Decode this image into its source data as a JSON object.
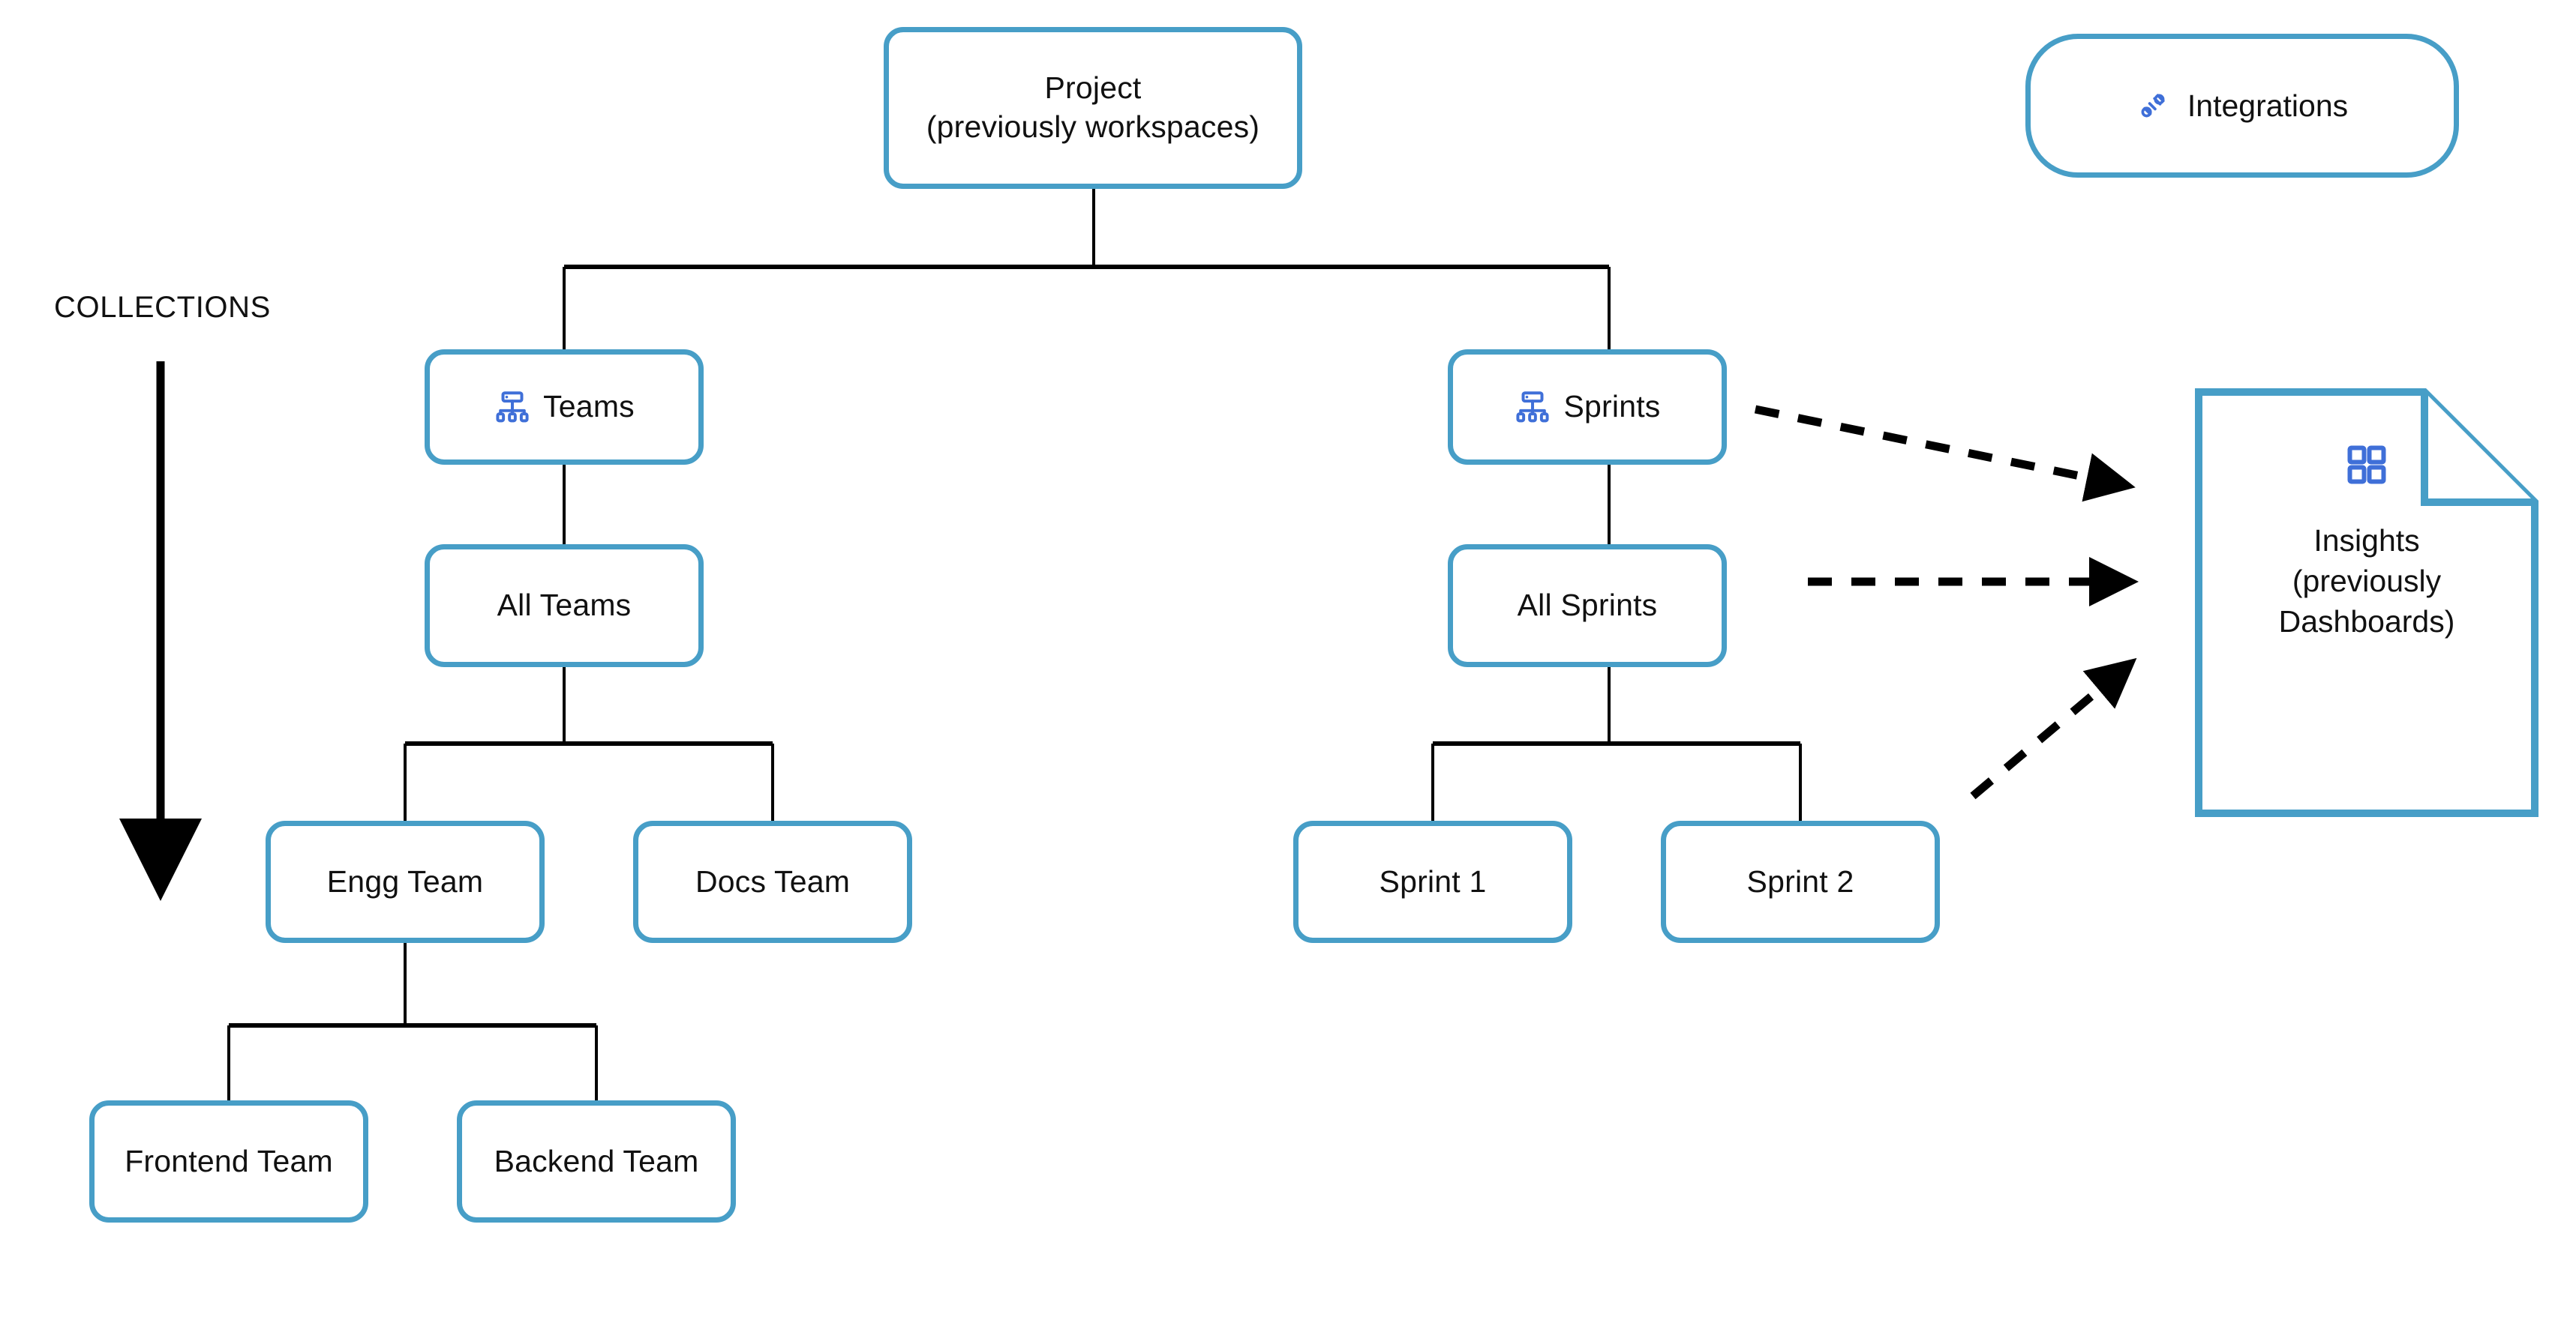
{
  "diagram": {
    "title": "Project structure / collections hierarchy",
    "accent_color": "#479ec7",
    "icon_color": "#3f6fd8",
    "connector_color": "#000000",
    "background": "#ffffff"
  },
  "caption": {
    "collections_label": "COLLECTIONS",
    "arrow_direction": "down"
  },
  "integrations": {
    "label": "Integrations",
    "icon": "plug-connector-icon"
  },
  "nodes": {
    "project": {
      "label": "Project\n(previously workspaces)"
    },
    "teams": {
      "label": "Teams",
      "icon": "hierarchy-icon"
    },
    "sprints": {
      "label": "Sprints",
      "icon": "hierarchy-icon"
    },
    "all_teams": {
      "label": "All Teams"
    },
    "all_sprints": {
      "label": "All Sprints"
    },
    "engg_team": {
      "label": "Engg Team"
    },
    "docs_team": {
      "label": "Docs Team"
    },
    "sprint_1": {
      "label": "Sprint 1"
    },
    "sprint_2": {
      "label": "Sprint 2"
    },
    "frontend_team": {
      "label": "Frontend Team"
    },
    "backend_team": {
      "label": "Backend Team"
    }
  },
  "insights": {
    "label": "Insights\n(previously\nDashboards)",
    "icon": "dashboard-grid-icon"
  },
  "edges": {
    "solid": [
      "project -> teams",
      "project -> sprints",
      "teams -> all_teams",
      "sprints -> all_sprints",
      "all_teams -> engg_team",
      "all_teams -> docs_team",
      "all_sprints -> sprint_1",
      "all_sprints -> sprint_2",
      "engg_team -> frontend_team",
      "engg_team -> backend_team"
    ],
    "dashed": [
      "sprints -> insights",
      "all_sprints -> insights",
      "sprint_2 -> insights"
    ]
  }
}
